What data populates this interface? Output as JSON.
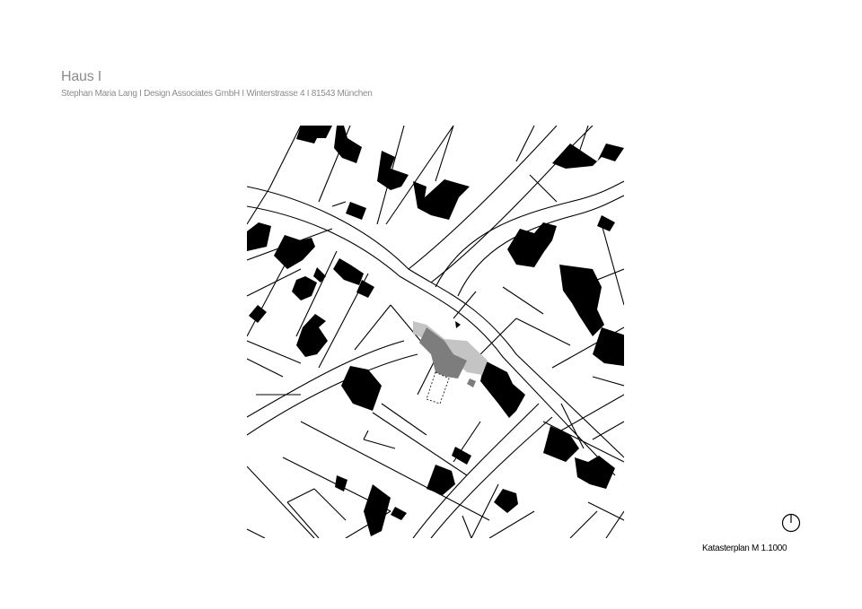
{
  "title": "Haus I",
  "subtitle": "Stephan Maria Lang  I  Design Associates GmbH  I  Winterstrasse 4  I  81543 München",
  "scale_label": "Katasterplan   M 1.1000",
  "colors": {
    "line": "#000000",
    "building": "#000000",
    "project_dark": "#7d7d7d",
    "project_light": "#c4c4c4",
    "text_grey": "#8c8c8c"
  },
  "icons": {
    "north": "north-arrow-icon"
  }
}
